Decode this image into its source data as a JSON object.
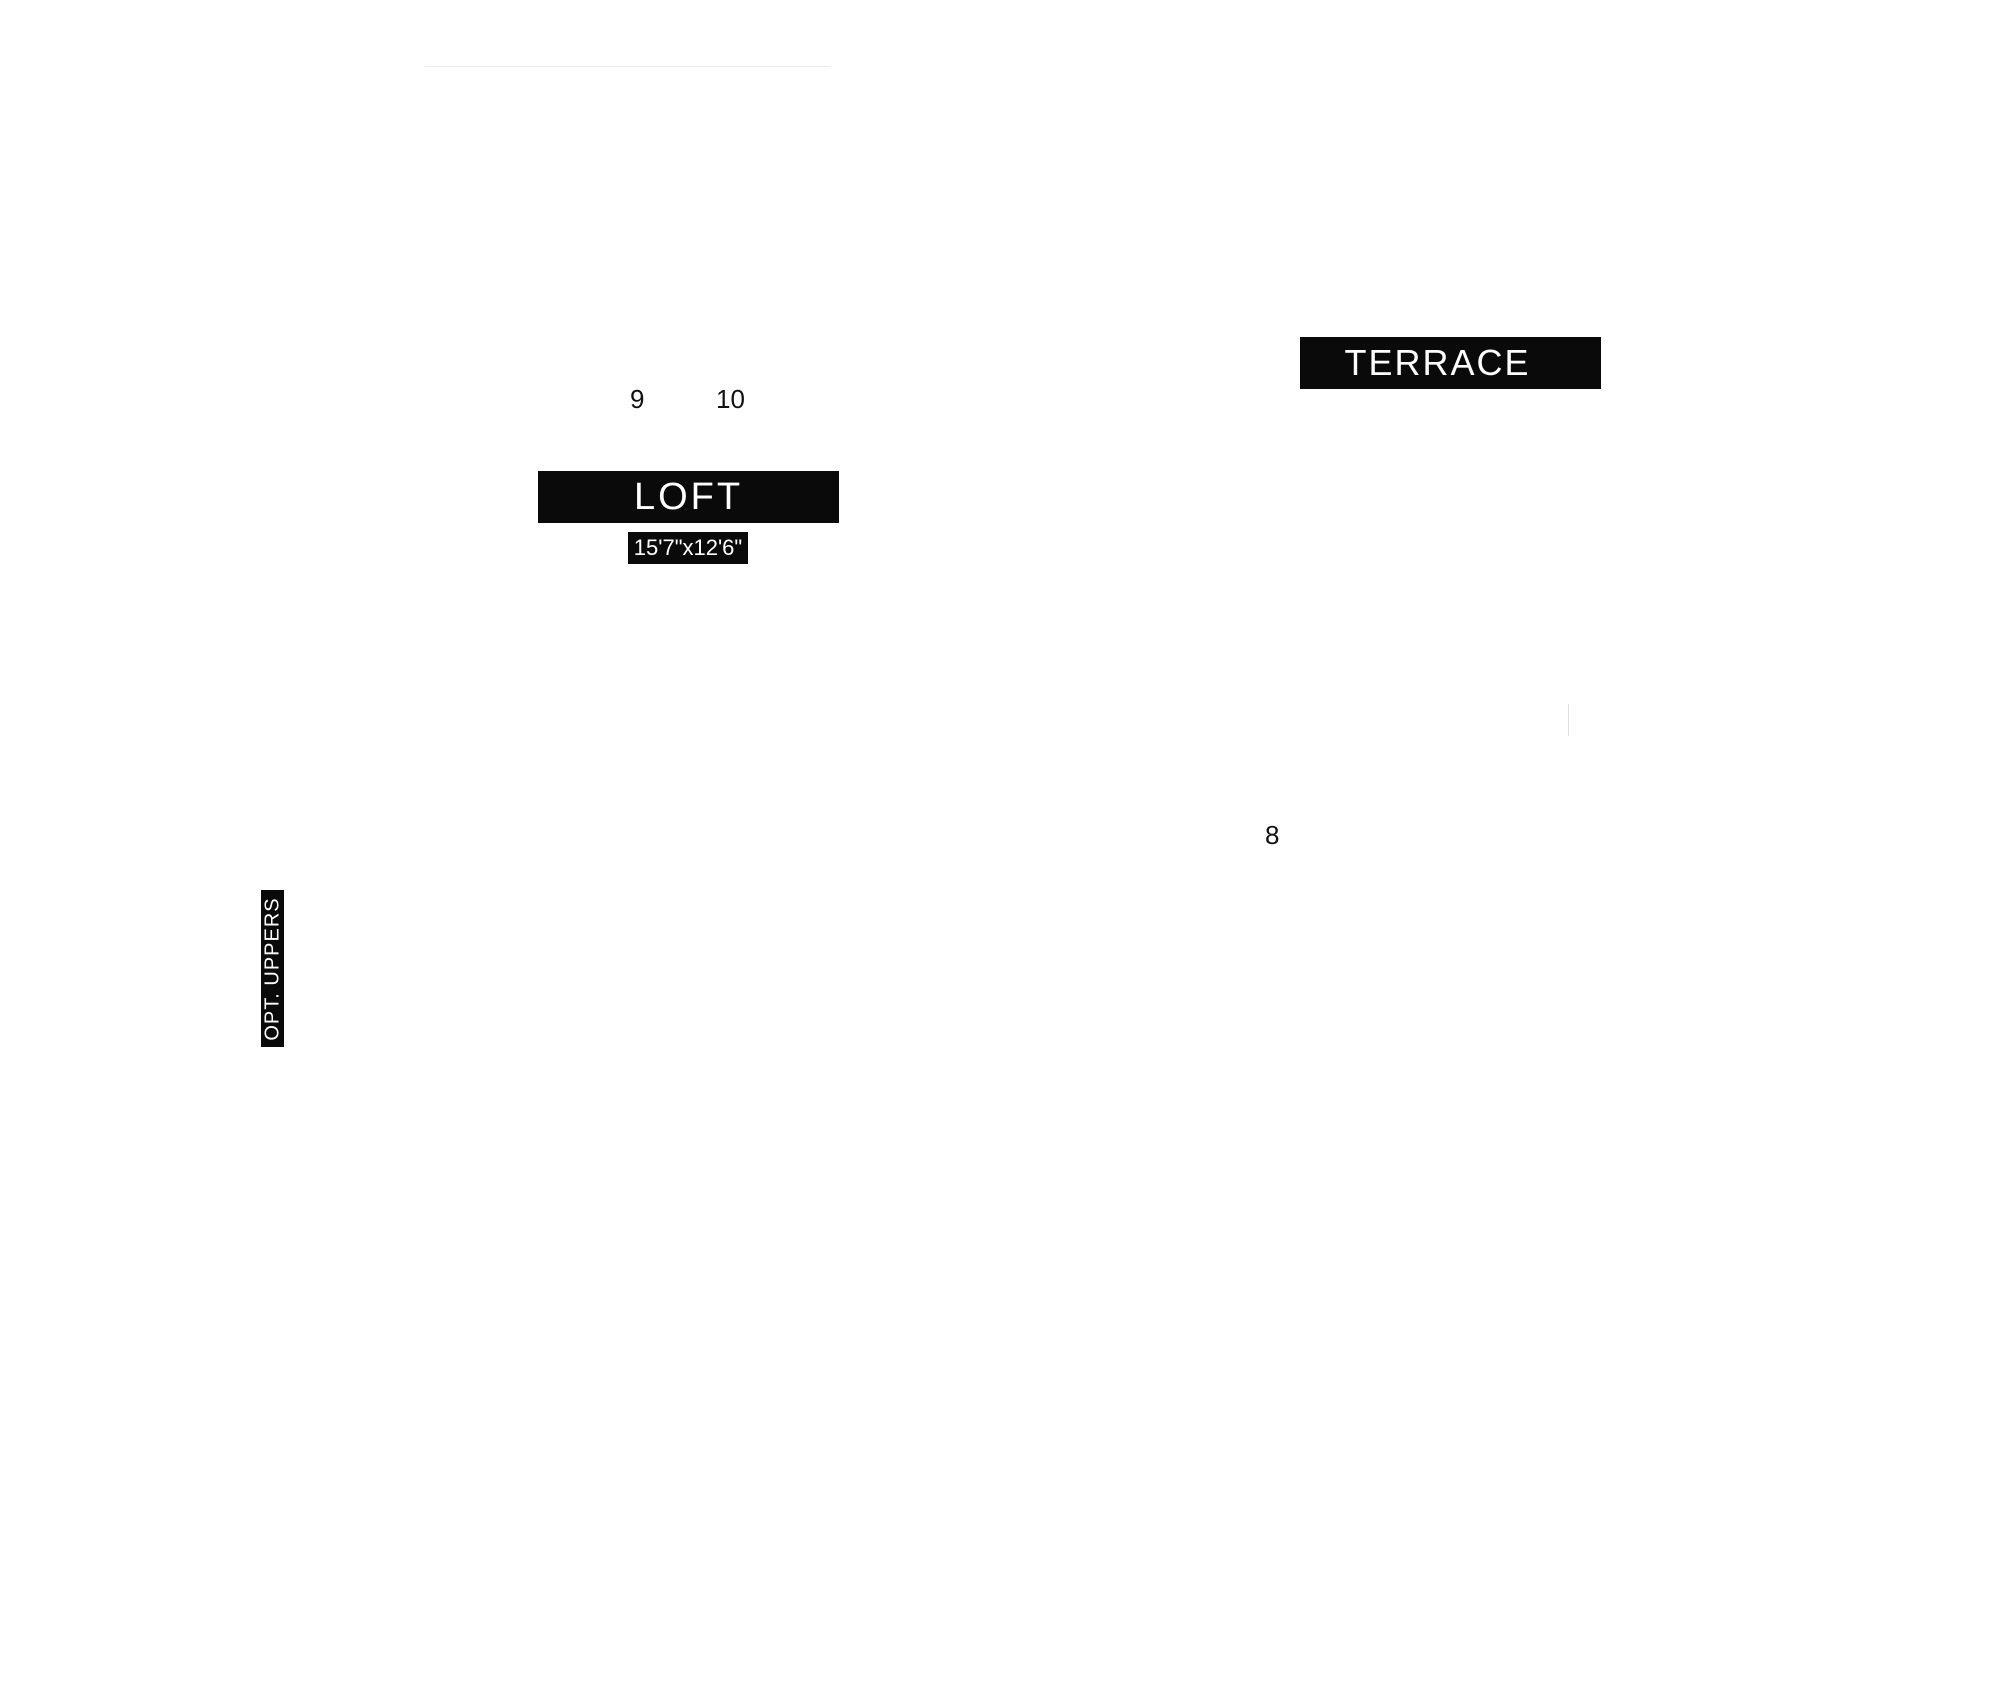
{
  "floor_plan": {
    "rooms": {
      "terrace": {
        "label": "TERRACE"
      },
      "loft": {
        "label": "LOFT",
        "dimensions": "15'7\"x12'6\""
      }
    },
    "notes": {
      "opt_uppers": "OPT. UPPERS"
    },
    "markers": {
      "nine": "9",
      "ten": "10",
      "eight": "8"
    }
  },
  "colors": {
    "label_background": "#0a0a0a",
    "label_text": "#ffffff",
    "marker_text": "#111111",
    "page_background": "#ffffff"
  }
}
